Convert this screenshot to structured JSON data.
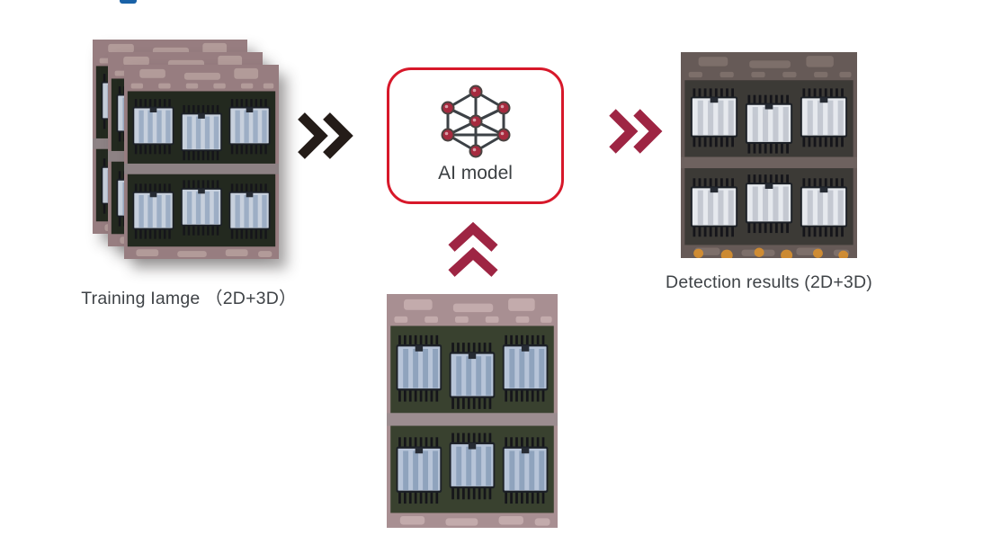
{
  "colors": {
    "background": "#ffffff",
    "ai_box_border": "#d7182a",
    "arrow_black": "#241c18",
    "arrow_red": "#9e2543",
    "label_text": "#3f4347",
    "blue_mark": "#1a62a7",
    "network_node_fill": "#a62a3e",
    "network_edge": "#3c4146"
  },
  "training": {
    "label": "Training Iamge （2D+3D）",
    "stack_count": 3
  },
  "ai_model": {
    "label": "AI model",
    "icon": "network-icon"
  },
  "detection": {
    "label": "Detection results (2D+3D)"
  },
  "arrows": [
    {
      "name": "training-to-model",
      "icon": "double-chevron-right-icon",
      "color": "#241c18"
    },
    {
      "name": "model-to-detection",
      "icon": "double-chevron-right-icon",
      "color": "#9e2543"
    },
    {
      "name": "input-to-model",
      "icon": "double-chevron-up-icon",
      "color": "#9e2543"
    }
  ]
}
